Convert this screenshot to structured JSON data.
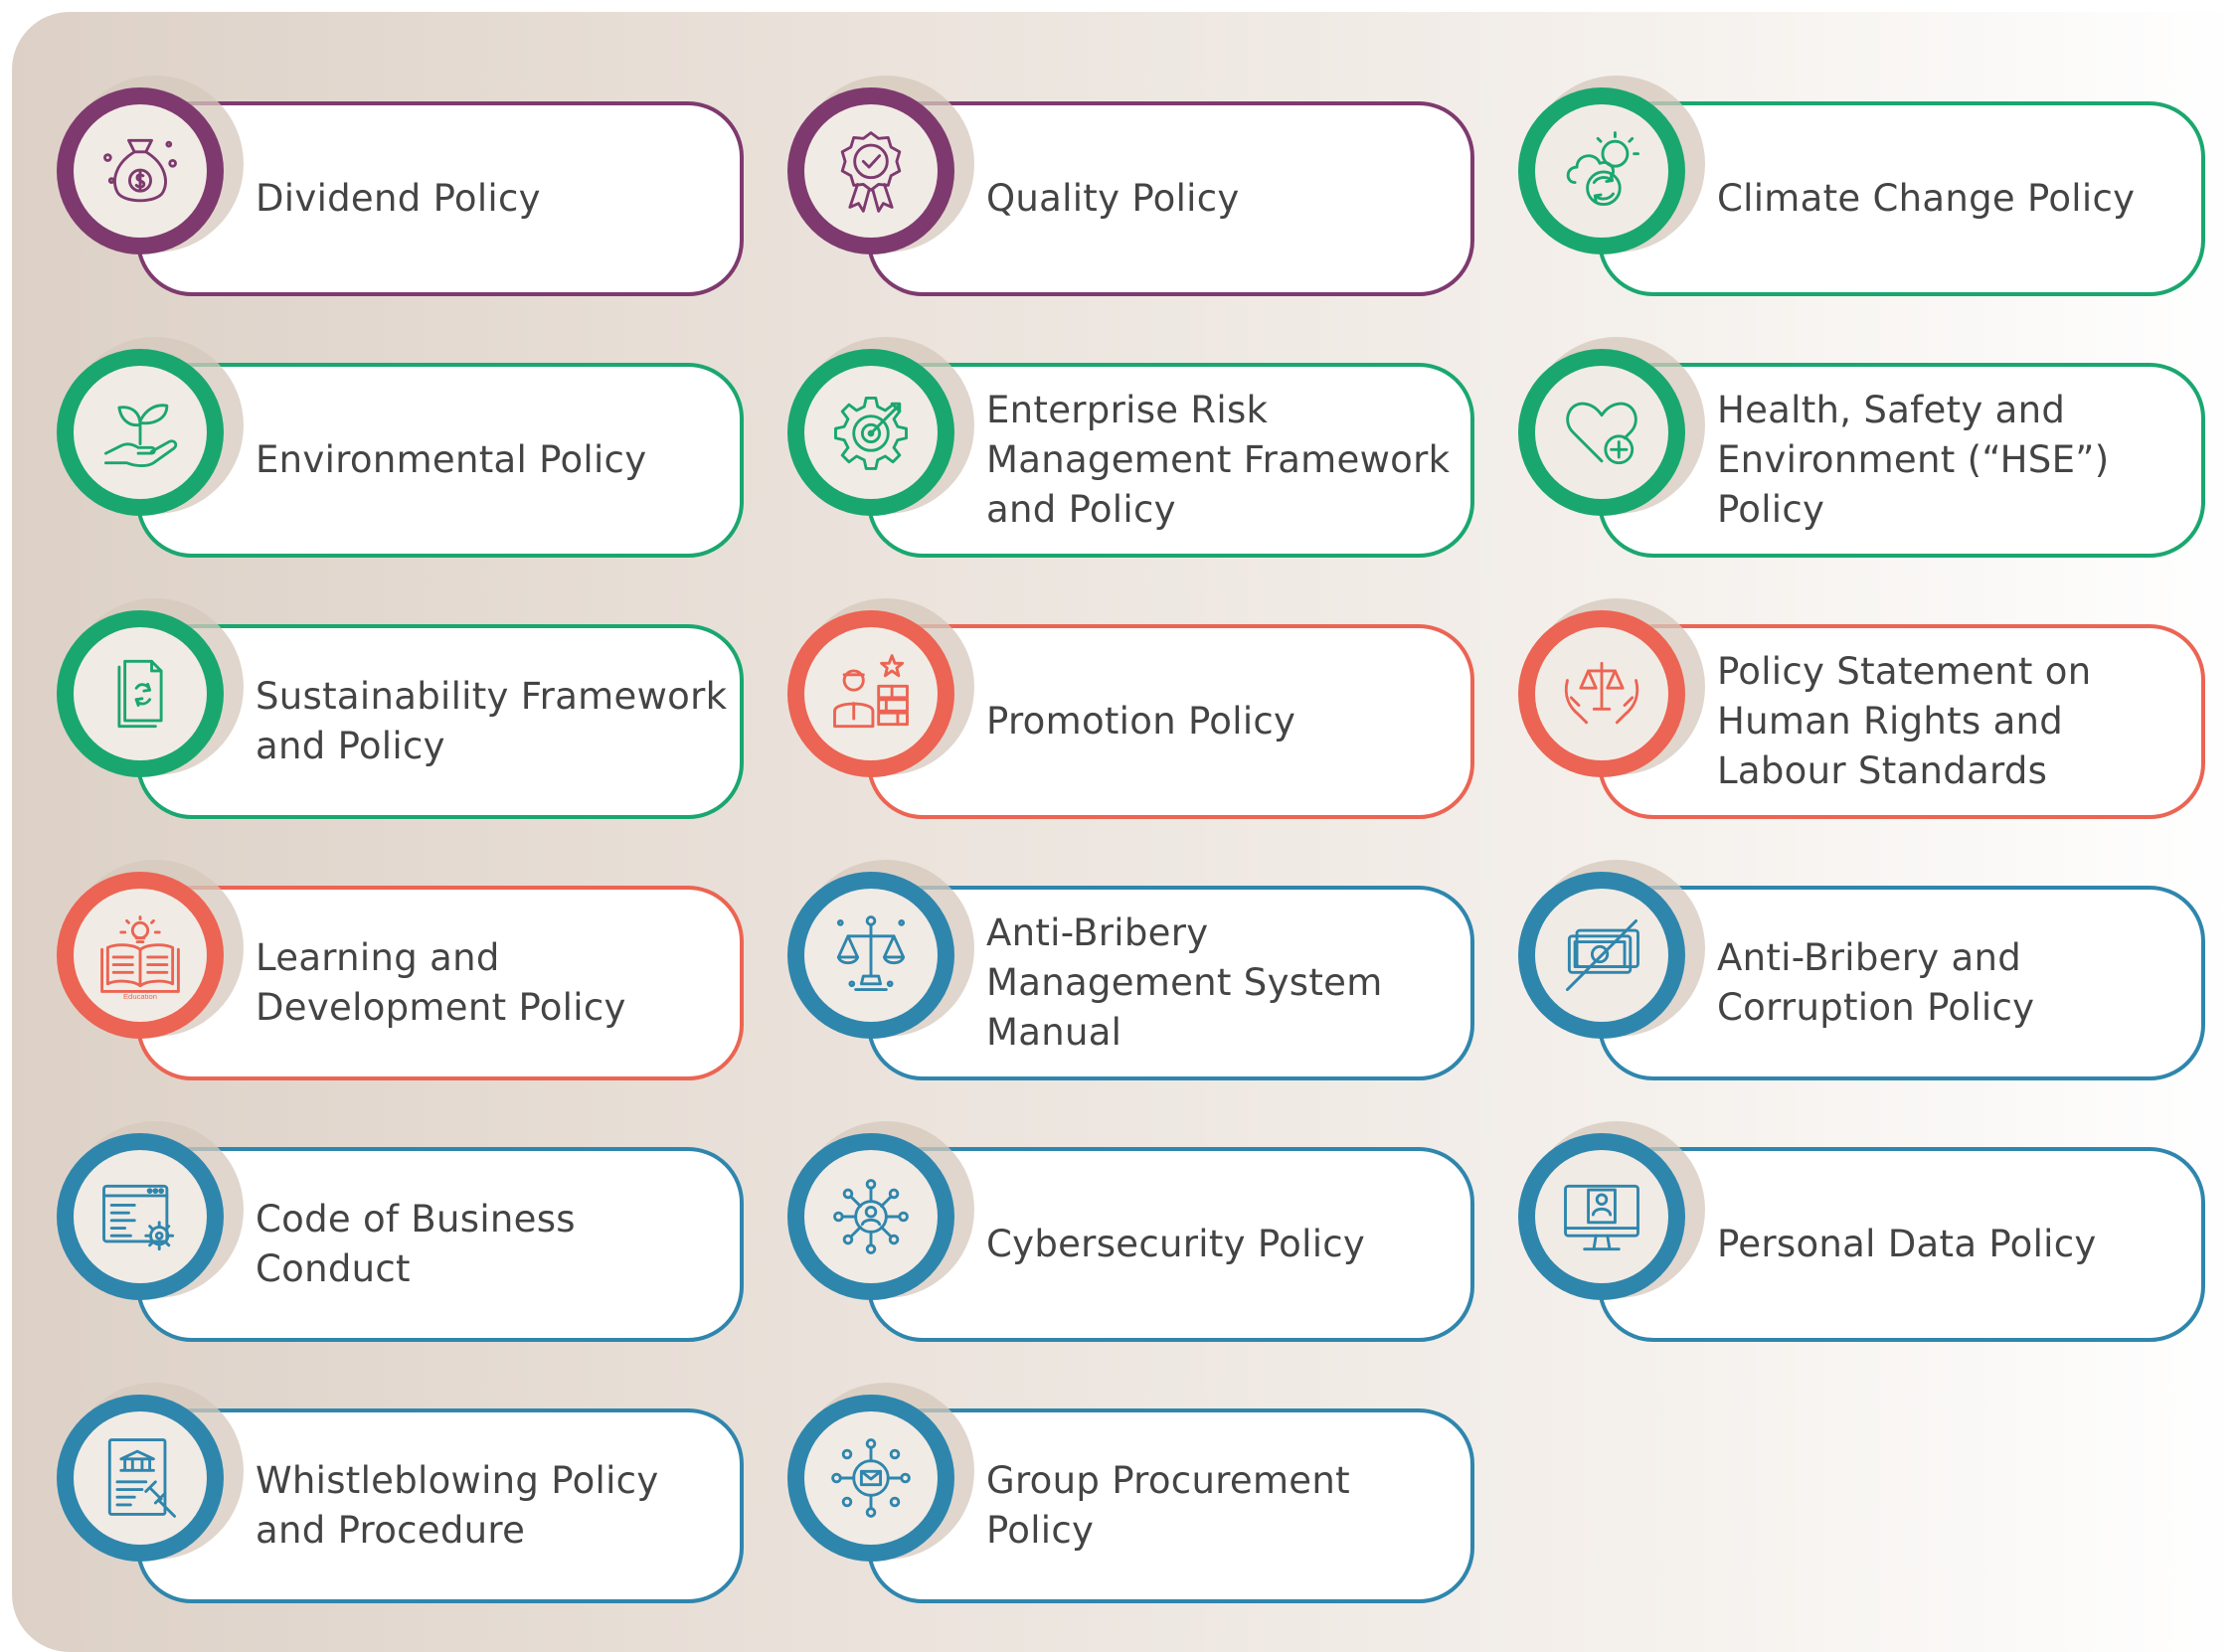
{
  "colors": {
    "purple": "#7e3a6f",
    "green": "#1aa76f",
    "coral": "#ec6453",
    "blue": "#2f86ad"
  },
  "policies": [
    {
      "label": "Dividend Policy",
      "icon": "money-bag-icon",
      "color": "purple"
    },
    {
      "label": "Quality Policy",
      "icon": "quality-badge-icon",
      "color": "purple"
    },
    {
      "label": "Climate Change Policy",
      "icon": "climate-icon",
      "color": "green"
    },
    {
      "label": "Environmental Policy",
      "icon": "plant-hand-icon",
      "color": "green"
    },
    {
      "label": "Enterprise Risk Management Framework and Policy",
      "icon": "gear-target-icon",
      "color": "green"
    },
    {
      "label": "Health, Safety and Environment (“HSE”) Policy",
      "icon": "heart-plus-icon",
      "color": "green"
    },
    {
      "label": "Sustainability Framework and Policy",
      "icon": "recycle-document-icon",
      "color": "green"
    },
    {
      "label": "Promotion Policy",
      "icon": "promotion-icon",
      "color": "coral"
    },
    {
      "label": "Policy Statement on Human Rights and Labour Standards",
      "icon": "scales-hands-icon",
      "color": "coral"
    },
    {
      "label": "Learning and Development Policy",
      "icon": "open-book-icon",
      "color": "coral"
    },
    {
      "label": "Anti-Bribery Management System Manual",
      "icon": "justice-scales-icon",
      "color": "blue"
    },
    {
      "label": "Anti-Bribery and Corruption Policy",
      "icon": "no-money-icon",
      "color": "blue"
    },
    {
      "label": "Code of Business Conduct",
      "icon": "code-window-icon",
      "color": "blue"
    },
    {
      "label": "Cybersecurity Policy",
      "icon": "network-user-icon",
      "color": "blue"
    },
    {
      "label": "Personal Data Policy",
      "icon": "monitor-id-icon",
      "color": "blue"
    },
    {
      "label": "Whistleblowing Policy and Procedure",
      "icon": "legal-document-icon",
      "color": "blue"
    },
    {
      "label": "Group Procurement Policy",
      "icon": "network-mail-icon",
      "color": "blue"
    }
  ],
  "icon_image_text": {
    "open-book-icon": "Education"
  }
}
